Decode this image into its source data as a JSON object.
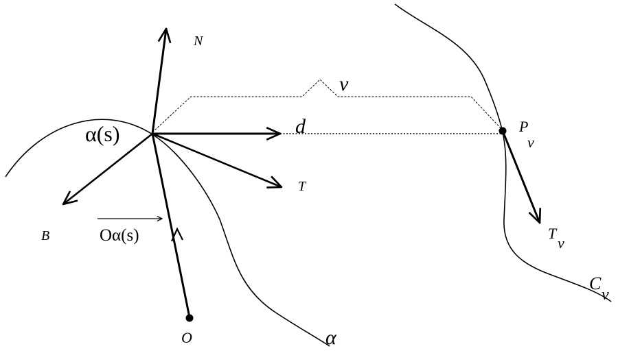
{
  "labels": {
    "N": "N",
    "v": "v",
    "alpha_s": "α(s)",
    "d": "d",
    "P": "P",
    "P_sub": "v",
    "T": "T",
    "B": "B",
    "O_alpha_s": "Oα(s)",
    "T_v": "T",
    "T_v_sub": "v",
    "C_v": "C",
    "C_v_sub": "v",
    "O": "O",
    "alpha": "α"
  },
  "colors": {
    "ink": "#000000",
    "background": "#ffffff"
  }
}
